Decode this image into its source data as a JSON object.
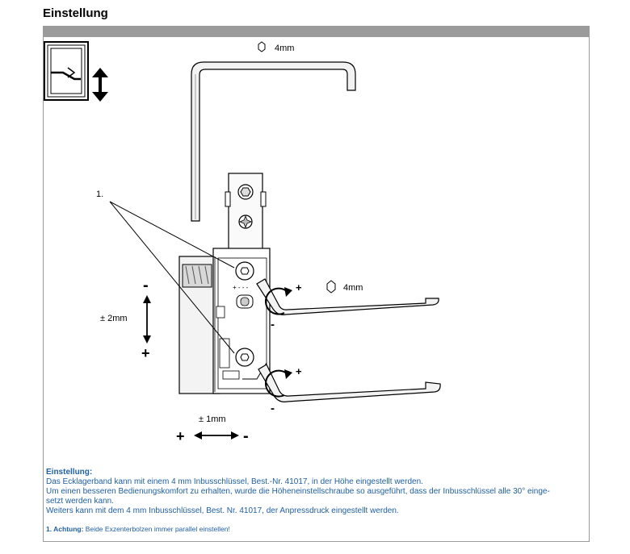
{
  "page": {
    "title": "Einstellung"
  },
  "figure": {
    "top_key_label": "4mm",
    "right_key_label": "4mm",
    "callout_number": "1.",
    "vertical_adjust_label": "± 2mm",
    "vertical_minus": "-",
    "vertical_plus": "+",
    "horizontal_adjust_label": "± 1mm",
    "horizontal_plus": "+",
    "horizontal_minus": "-",
    "rotation_upper_plus": "+",
    "rotation_upper_minus": "-",
    "rotation_lower_plus": "+",
    "rotation_lower_minus": "-",
    "bolt_marking": "+ - - -",
    "colors": {
      "accent_text": "#1f5fa3",
      "bar": "#9b9b9b"
    },
    "icons": [
      "window-tilt-icon",
      "vertical-double-arrow-icon",
      "hexagon-icon",
      "rotation-arrow-icon"
    ]
  },
  "text": {
    "heading": "Einstellung:",
    "line1": "Das Ecklagerband kann mit einem 4 mm Inbusschlüssel, Best.-Nr. 41017, in der Höhe eingestellt werden.",
    "line2": "Um einen besseren Bedienungskomfort zu erhalten, wurde die Höheneinstellschraube so ausgeführt, dass der Inbusschlüssel alle 30° einge-",
    "line3": "setzt werden kann.",
    "line4": "Weiters kann mit dem 4 mm Inbusschlüssel, Best. Nr. 41017, der Anpressdruck eingestellt werden.",
    "note_label": "1. Achtung:",
    "note_text": " Beide Exzenterbolzen immer parallel einstellen!"
  }
}
